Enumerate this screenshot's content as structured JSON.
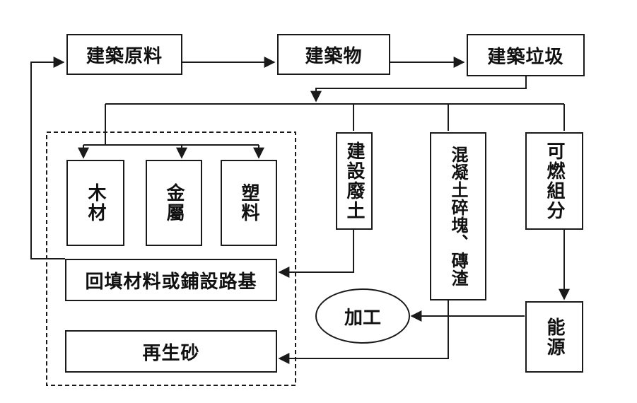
{
  "diagram": {
    "nodes": {
      "raw_materials": "建築原料",
      "building": "建築物",
      "construction_waste": "建築垃圾",
      "wood": "木材",
      "metal": "金屬",
      "plastic": "塑料",
      "construction_soil": "建設廢土",
      "concrete_rubble": "混凝土碎塊、磚渣",
      "combustibles": "可燃組分",
      "backfill": "回填材料或鋪設路基",
      "recycled_sand": "再生砂",
      "processing": "加工",
      "energy": "能源"
    },
    "colors": {
      "line": "#1a1a1a",
      "background": "#ffffff"
    }
  }
}
